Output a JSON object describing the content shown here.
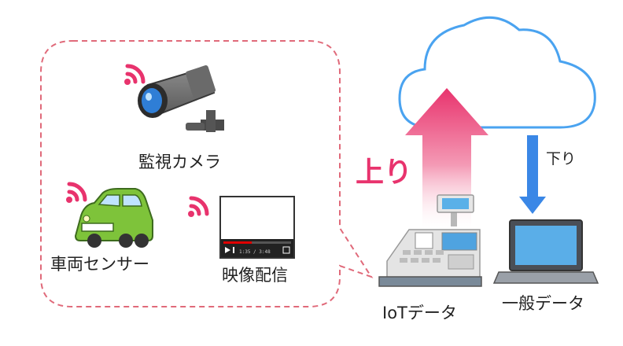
{
  "labels": {
    "camera": "監視カメラ",
    "car": "車両センサー",
    "video": "映像配信",
    "iot": "IoTデータ",
    "general": "一般データ",
    "up": "上り",
    "down": "下り"
  },
  "video_player": {
    "time": "1:35 / 3:48",
    "progress": 0.42
  },
  "colors": {
    "accent_pink": "#e8336d",
    "cloud_blue": "#4aa3f0",
    "dashed_border": "#e06a7a",
    "car_green": "#7ec33a",
    "down_arrow": "#3a87e6"
  },
  "icons": [
    "cloud-icon",
    "security-camera-icon",
    "car-icon",
    "video-player-icon",
    "cash-register-icon",
    "laptop-icon",
    "wifi-signal-icon"
  ]
}
